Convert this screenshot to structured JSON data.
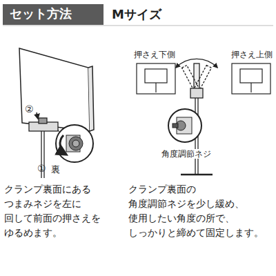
{
  "diagram": {
    "title": "セット方法",
    "labels": [
      "Mサイズ",
      "②",
      "①",
      "裏",
      "押さえ下側",
      "押さえ上側",
      "角度調節ネジ",
      "クランプ裏面にある つまみネジを左に 回して前面の押さえを ゆるめます。",
      "クランプ裏面の 角度調節ネジを少し緩め、 使用したい角度の所で、 しっかりと締めて固定します。"
    ]
  }
}
